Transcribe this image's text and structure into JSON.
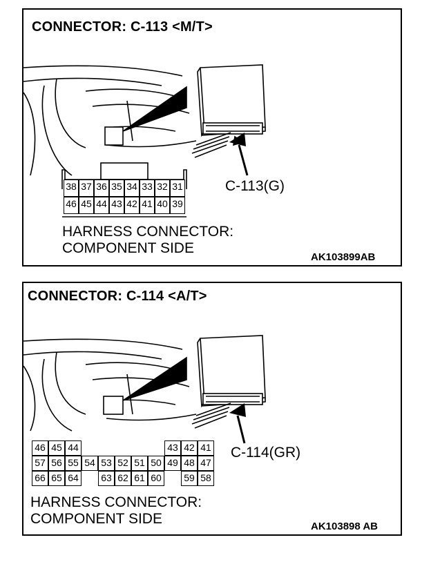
{
  "panels": [
    {
      "title": "CONNECTOR: C-113 <M/T>",
      "callout": "C-113(G)",
      "caption_line1": "HARNESS CONNECTOR:",
      "caption_line2": "COMPONENT SIDE",
      "code": "AK103899AB",
      "pin_rows": [
        [
          "38",
          "37",
          "36",
          "35",
          "34",
          "33",
          "32",
          "31"
        ],
        [
          "46",
          "45",
          "44",
          "43",
          "42",
          "41",
          "40",
          "39"
        ]
      ]
    },
    {
      "title": "CONNECTOR: C-114 <A/T>",
      "callout": "C-114(GR)",
      "caption_line1": "HARNESS CONNECTOR:",
      "caption_line2": "COMPONENT SIDE",
      "code": "AK103898 AB",
      "pin_rows": [
        [
          "46",
          "45",
          "44",
          "",
          "",
          "",
          "",
          "",
          "43",
          "42",
          "41"
        ],
        [
          "57",
          "56",
          "55",
          "54",
          "53",
          "52",
          "51",
          "50",
          "49",
          "48",
          "47"
        ],
        [
          "66",
          "65",
          "64",
          "",
          "63",
          "62",
          "61",
          "60",
          "",
          "59",
          "58"
        ]
      ]
    }
  ]
}
